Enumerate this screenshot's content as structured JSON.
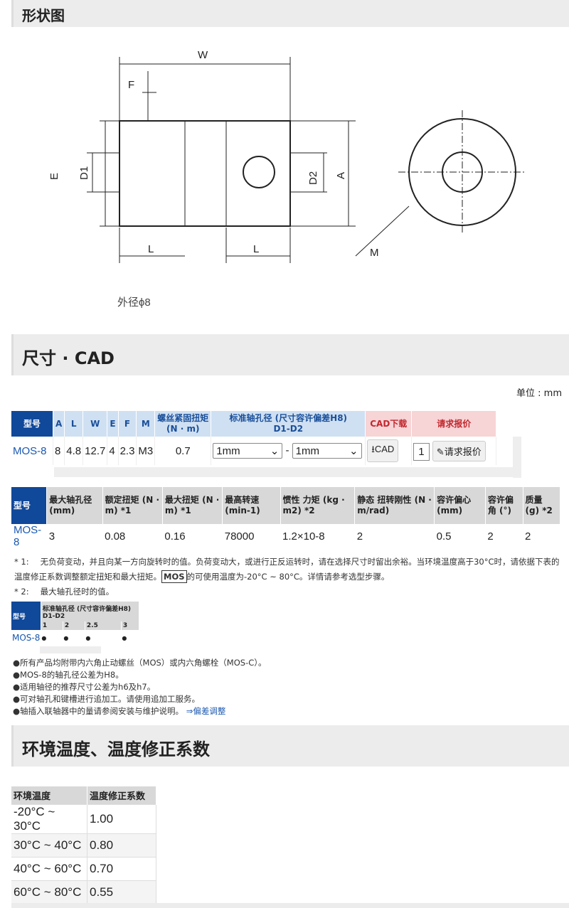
{
  "sections": {
    "shape": "形状图",
    "dims": "尺寸 · CAD",
    "temp": "环境温度、温度修正系数"
  },
  "drawing": {
    "W": "W",
    "F": "F",
    "E": "E",
    "D1": "D1",
    "D2": "D2",
    "A": "A",
    "L1": "L",
    "L2": "L",
    "M": "M",
    "caption": "外径ϕ8"
  },
  "unit": "单位 : mm",
  "table1": {
    "headers": [
      "型号",
      "A",
      "L",
      "W",
      "E",
      "F",
      "M",
      "螺丝紧固扭矩",
      "(N · m)",
      "标准轴孔径 (尺寸容许偏差H8)",
      "D1-D2",
      "CAD下载",
      "请求报价"
    ],
    "row": {
      "model": "MOS-8",
      "A": "8",
      "L": "4.8",
      "W": "12.7",
      "E": "4",
      "F": "2.3",
      "M": "M3",
      "torque": "0.7",
      "d1": "1mm",
      "d2": "1mm",
      "cad": "CAD",
      "qty": "1",
      "quote": "请求报价"
    }
  },
  "table2": {
    "headers": [
      "型号",
      "最大轴孔径 (mm)",
      "额定扭矩 (N · m) *1",
      "最大扭矩 (N · m) *1",
      "最高转速 (min-1)",
      "惯性 力矩 (kg · m2) *2",
      "静态 扭转刚性 (N · m/rad)",
      "容许偏心 (mm)",
      "容许偏角 (°)",
      "质量 (g) *2"
    ],
    "row": [
      "MOS-8",
      "3",
      "0.08",
      "0.16",
      "78000",
      "1.2×10-8",
      "2",
      "0.5",
      "2",
      "2"
    ]
  },
  "notes": {
    "n1_mark": "* 1:",
    "n1a": "无负荷变动，并且向某一方向旋转时的值。负荷变动大，或进行正反运转时，请在选择尺寸时留出余裕。当环境温度高于30°C时，请依据下表的",
    "n1b": "温度修正系数调整额定扭矩和最大扭矩。",
    "mos": "MOS",
    "n1c": "的可使用温度为-20°C ~ 80°C。详情请参考选型步骤。",
    "n2_mark": "* 2:",
    "n2": "最大轴孔径时的值。"
  },
  "table3": {
    "model_h": "型号",
    "h": "标准轴孔径 (尺寸容许偏差H8)",
    "sub": "D1-D2",
    "cols": [
      "1",
      "2",
      "2.5",
      "3"
    ],
    "model": "MOS-8",
    "dots": [
      "●",
      "●",
      "●",
      "●"
    ]
  },
  "bullets": [
    "●所有产品均附带内六角止动螺丝（MOS）或内六角螺栓（MOS-C）。",
    "●MOS-8的轴孔径公差为H8。",
    "●适用轴径的推荐尺寸公差为h6及h7。",
    "●可对轴孔和键槽进行追加工。请使用追加工服务。",
    "●轴插入联轴器中的量请参阅安装与维护说明。"
  ],
  "link": "⇒偏差调整",
  "table4": {
    "headers": [
      "环境温度",
      "温度修正系数"
    ],
    "rows": [
      [
        "-20°C ~ 30°C",
        "1.00"
      ],
      [
        "30°C ~ 40°C",
        "0.80"
      ],
      [
        "40°C ~ 60°C",
        "0.70"
      ],
      [
        "60°C ~ 80°C",
        "0.55"
      ]
    ]
  }
}
